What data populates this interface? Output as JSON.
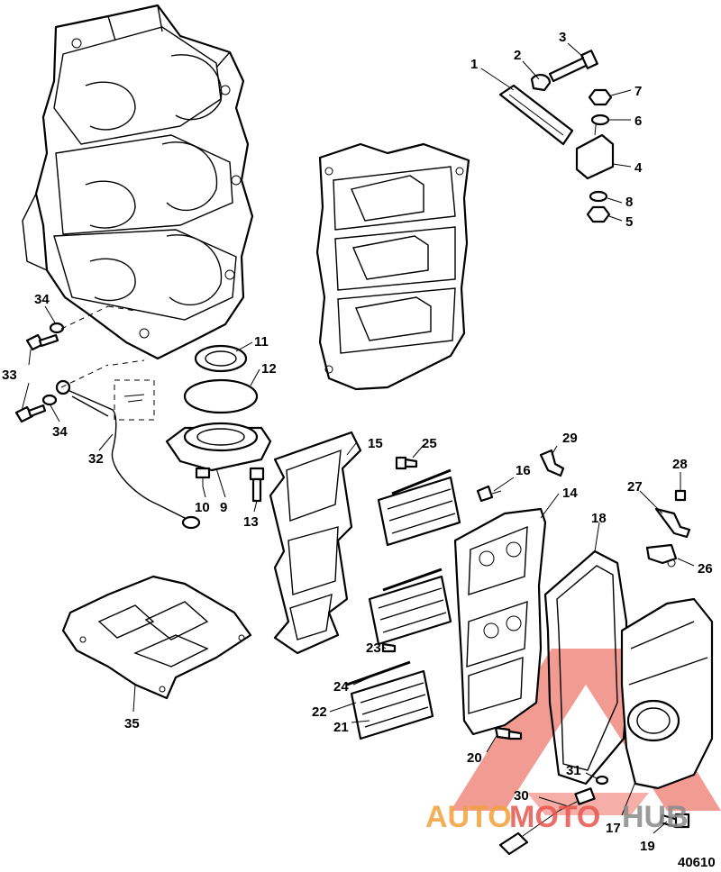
{
  "figure_number": "40610",
  "watermark": {
    "text_a": "AUTO",
    "text_b": "MOTO",
    "text_c": "HUB",
    "color_red": "#e8574f",
    "color_orange": "#f3a13a",
    "color_gray": "#8a8a8a"
  },
  "callouts": [
    "1",
    "2",
    "3",
    "4",
    "5",
    "6",
    "7",
    "8",
    "9",
    "10",
    "11",
    "12",
    "13",
    "14",
    "15",
    "16",
    "17",
    "18",
    "19",
    "20",
    "21",
    "22",
    "23",
    "24",
    "25",
    "26",
    "27",
    "28",
    "29",
    "30",
    "31",
    "32",
    "33",
    "34",
    "34",
    "35"
  ]
}
